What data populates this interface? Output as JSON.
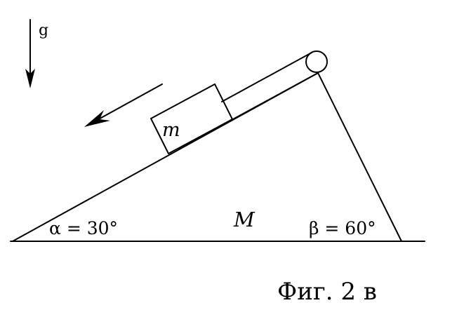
{
  "labels": {
    "gravity": "g",
    "block_mass": "m",
    "wedge_mass": "M",
    "angle_alpha": "α = 30°",
    "angle_beta": "β = 60°",
    "caption": "Фиг. 2 в"
  },
  "colors": {
    "ink": "#000000",
    "background": "#ffffff"
  }
}
